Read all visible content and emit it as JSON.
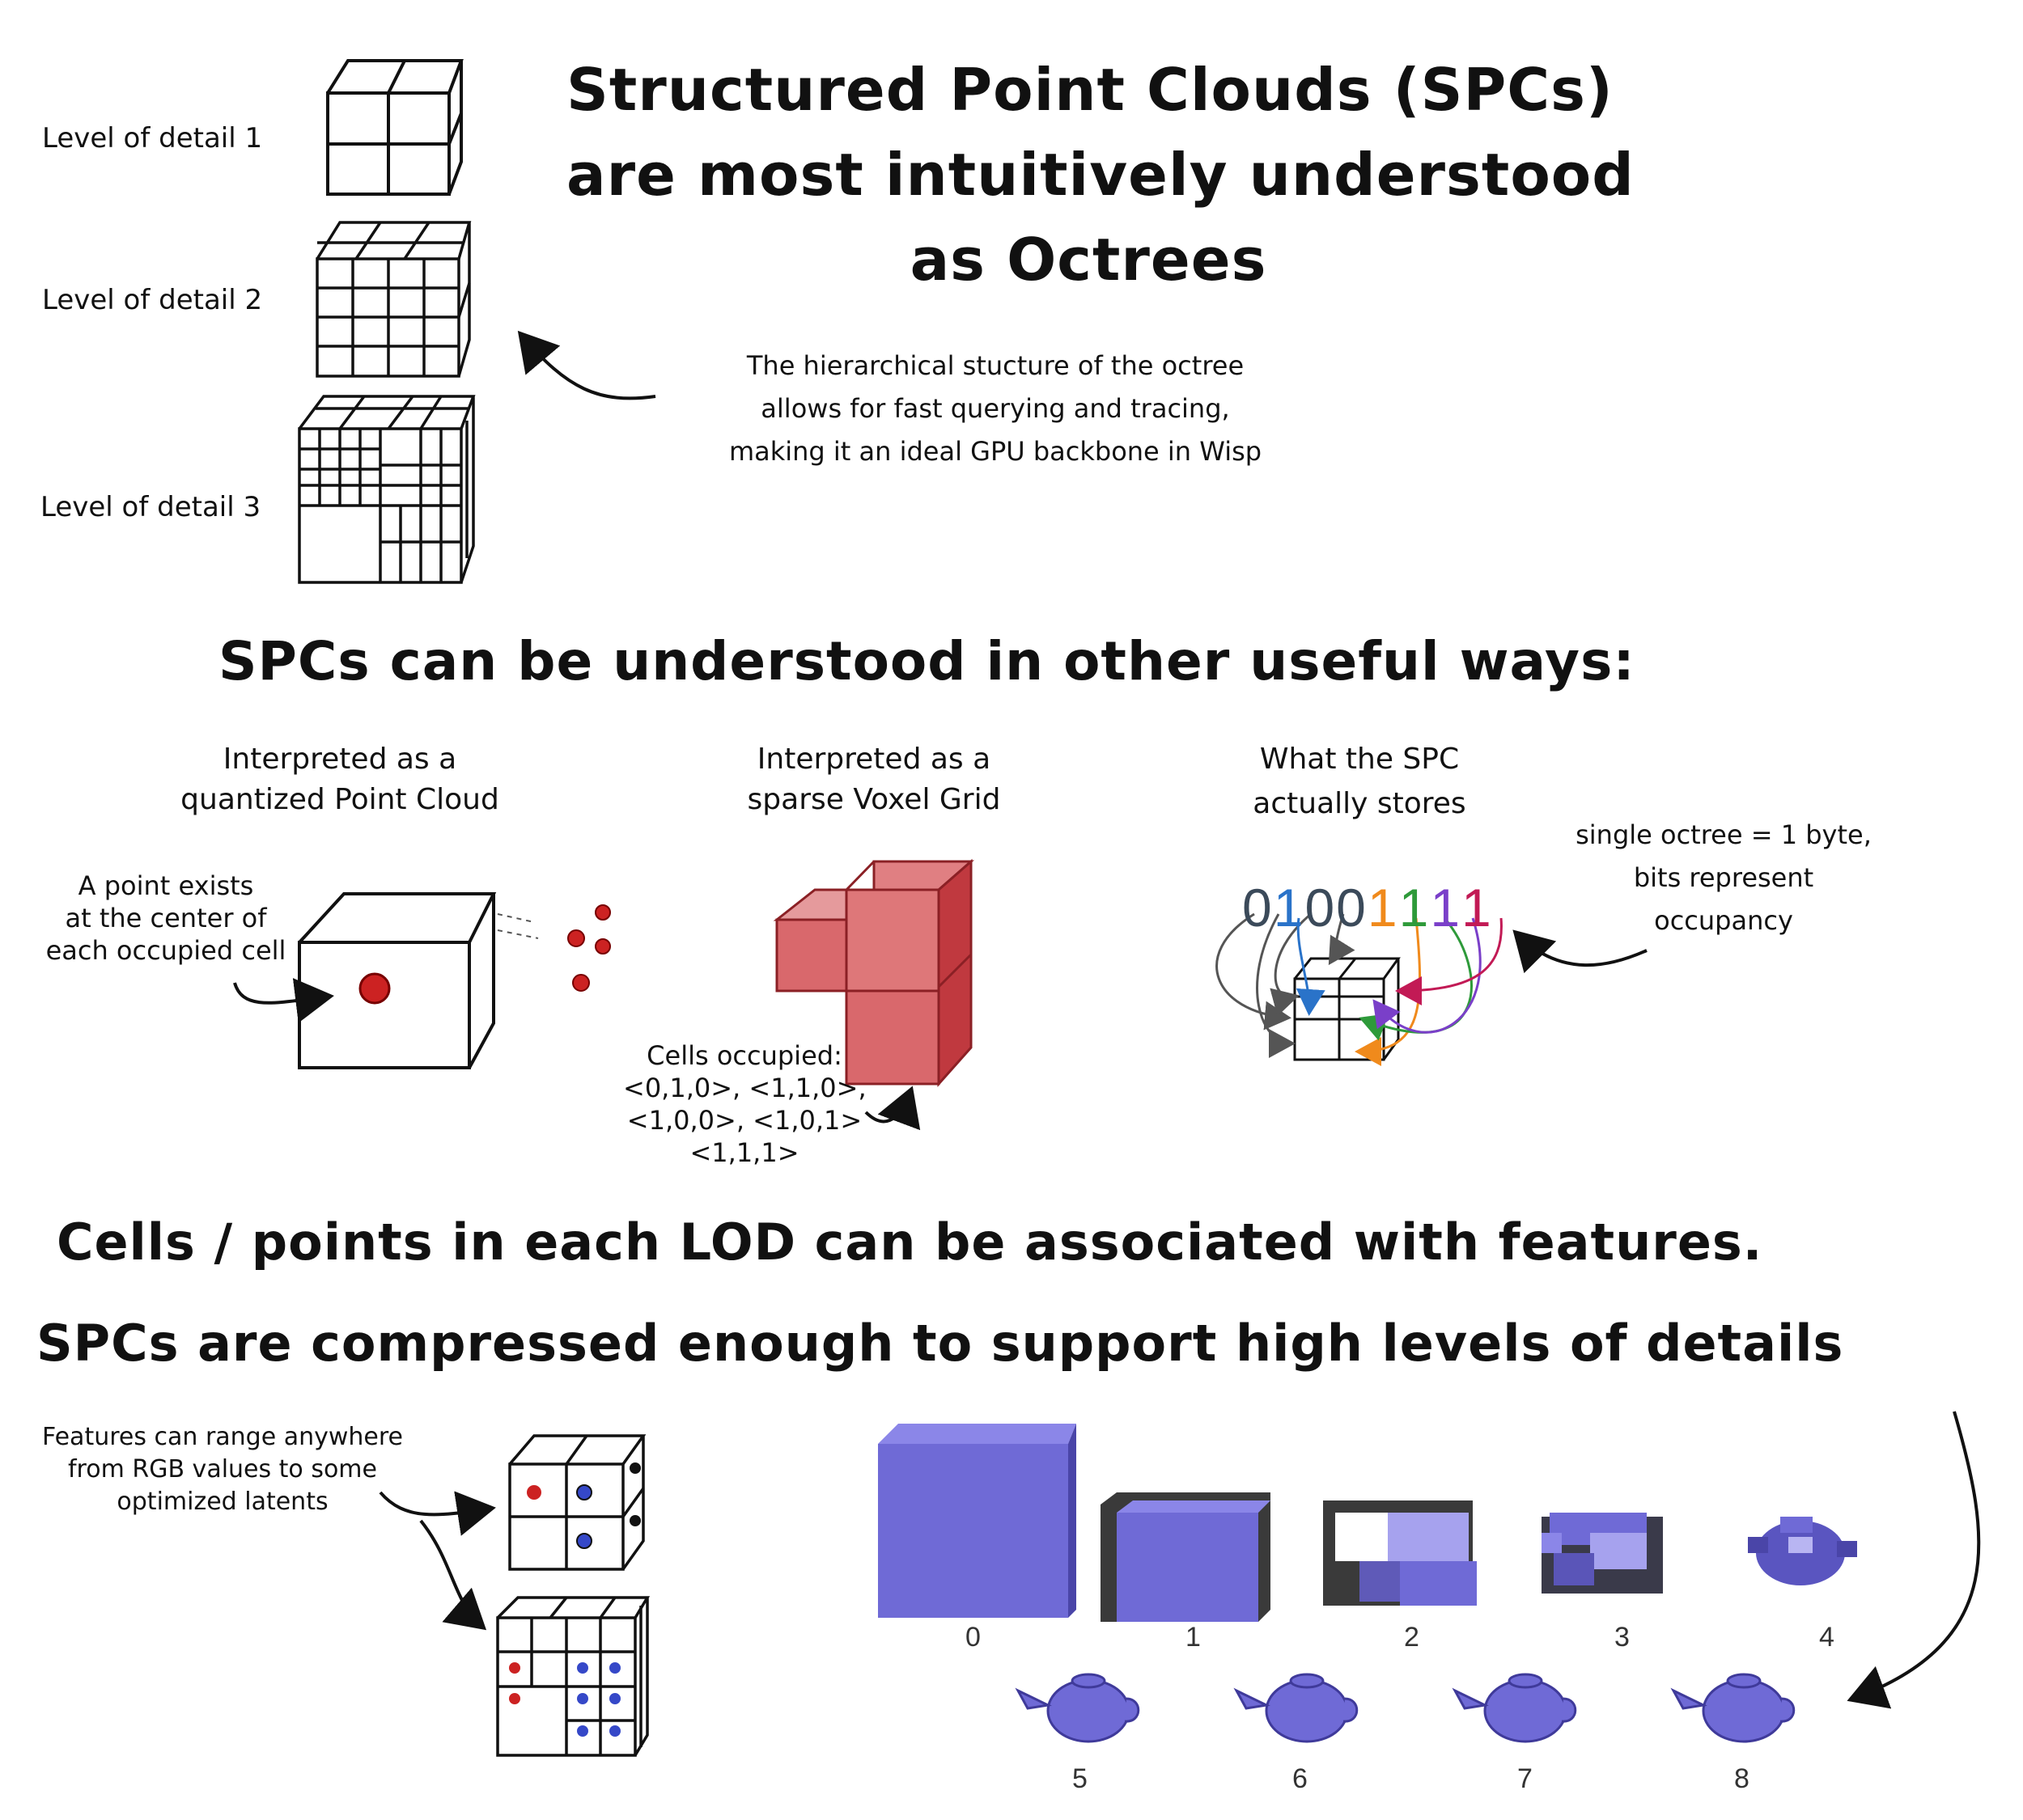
{
  "title": {
    "line1": "Structured Point Clouds (SPCs)",
    "line2": "are most intuitively understood",
    "line3": "as Octrees"
  },
  "lod_labels": [
    "Level of detail 1",
    "Level of detail 2",
    "Level of detail 3"
  ],
  "hierarchy_note": {
    "line1": "The hierarchical stucture of the octree",
    "line2": "allows for fast querying and tracing,",
    "line3": "making it an ideal GPU backbone in Wisp"
  },
  "section2_heading": "SPCs can be understood in other useful ways:",
  "interpretations": [
    {
      "line1": "Interpreted as a",
      "line2": "quantized Point Cloud"
    },
    {
      "line1": "Interpreted as a",
      "line2": "sparse Voxel Grid"
    },
    {
      "line1": "What the SPC",
      "line2": "actually stores"
    }
  ],
  "point_note": {
    "line1": "A point exists",
    "line2": "at the center of",
    "line3": "each occupied cell"
  },
  "cells_occupied": {
    "line1": "Cells occupied:",
    "line2": "<0,1,0>, <1,1,0>,",
    "line3": "<1,0,0>, <1,0,1>",
    "line4": "<1,1,1>"
  },
  "bits": {
    "digits": [
      "0",
      "1",
      "0",
      "0",
      "1",
      "1",
      "1",
      "1"
    ],
    "colors": [
      "#3b4a5a",
      "#2a73c9",
      "#3b4a5a",
      "#3b4a5a",
      "#f08a1c",
      "#2e9a3a",
      "#7a3fc9",
      "#c21a55"
    ]
  },
  "byte_note": {
    "line1": "single octree = 1 byte,",
    "line2": "bits represent",
    "line3": "occupancy"
  },
  "section3_line1": "Cells / points in each LOD can be associated with features.",
  "section3_line2": "SPCs are compressed enough to support high levels of details",
  "features_note": {
    "line1": "Features can range anywhere",
    "line2": "from RGB values to some",
    "line3": "optimized latents"
  },
  "lod_numbers": [
    "0",
    "1",
    "2",
    "3",
    "4",
    "5",
    "6",
    "7",
    "8"
  ],
  "colors": {
    "voxel_red": "#d9686c",
    "voxel_red_dark": "#c0393f",
    "teapot_purple": "#6f6ad6",
    "point_red": "#cc2222",
    "point_blue": "#3548c8"
  }
}
